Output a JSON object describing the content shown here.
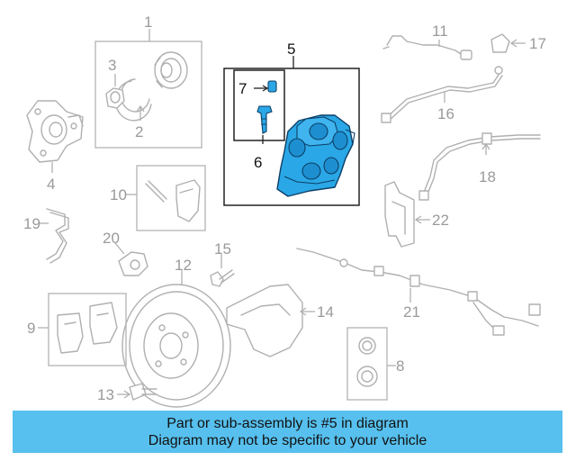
{
  "banner": {
    "line1": "Part or sub-assembly is #5 in diagram",
    "line2": "Diagram may not be specific to your vehicle"
  },
  "callouts": {
    "c1": "1",
    "c2": "2",
    "c3": "3",
    "c4": "4",
    "c5": "5",
    "c6": "6",
    "c7": "7",
    "c8": "8",
    "c9": "9",
    "c10": "10",
    "c11": "11",
    "c12": "12",
    "c13": "13",
    "c14": "14",
    "c15": "15",
    "c16": "16",
    "c17": "17",
    "c18": "18",
    "c19": "19",
    "c20": "20",
    "c21": "21",
    "c22": "22"
  },
  "colors": {
    "highlight_part": "#2aa7e6",
    "banner_background": "#57c0ee"
  },
  "highlighted_part_number": "5"
}
